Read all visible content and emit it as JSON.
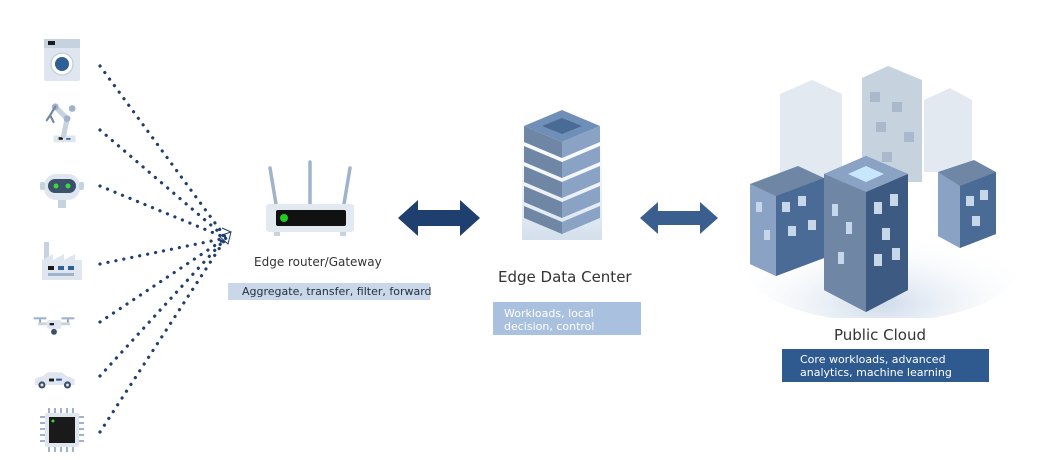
{
  "router": {
    "title": "Edge router/Gateway",
    "description": "Aggregate, transfer, filter, forward"
  },
  "datacenter": {
    "title": "Edge Data Center",
    "description_line1": "Workloads, local",
    "description_line2": "decision, control"
  },
  "cloud": {
    "title": "Public Cloud",
    "description_line1": "Core workloads, advanced",
    "description_line2": "analytics, machine learning"
  },
  "devices": [
    {
      "icon": "washing-machine-icon"
    },
    {
      "icon": "robotic-arm-icon"
    },
    {
      "icon": "robot-head-icon"
    },
    {
      "icon": "factory-icon"
    },
    {
      "icon": "drone-icon"
    },
    {
      "icon": "car-icon"
    },
    {
      "icon": "microchip-icon"
    }
  ],
  "colors": {
    "dots": "#1f3f6e",
    "arrow": "#1f3f6e",
    "light_box": "#a9c1df",
    "dark_box": "#2e5a8f",
    "router_box": "#c9d7e8"
  }
}
